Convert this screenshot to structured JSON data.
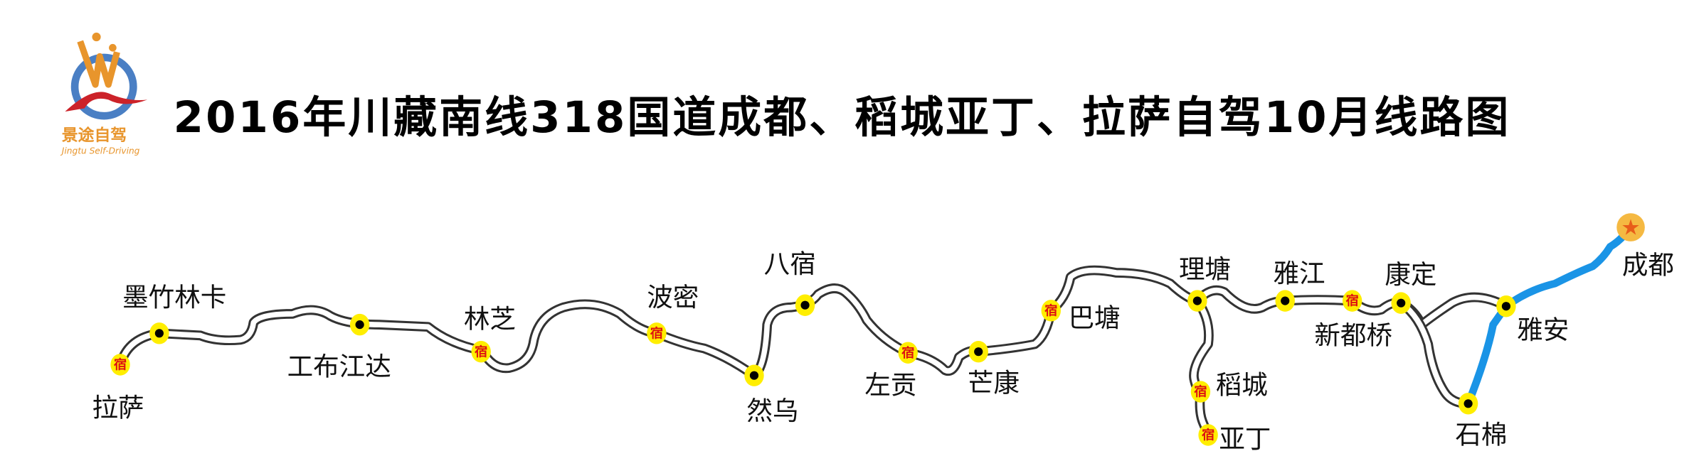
{
  "title": "2016年川藏南线318国道成都、稻城亚丁、拉萨自驾10月线路图",
  "logo": {
    "name_cn": "景途自驾",
    "name_en": "Jingtu Self-Driving"
  },
  "lodging_mark": "宿",
  "colors": {
    "road_outline": "#333333",
    "road_fill": "#ffffff",
    "highlight_route": "#1a94e6",
    "stop_marker": "#ffee00",
    "lodging_text": "#dd1111"
  },
  "stops": [
    {
      "name": "拉萨",
      "type": "lodging"
    },
    {
      "name": "墨竹林卡",
      "type": "stop"
    },
    {
      "name": "工布江达",
      "type": "stop"
    },
    {
      "name": "林芝",
      "type": "lodging"
    },
    {
      "name": "波密",
      "type": "lodging"
    },
    {
      "name": "然乌",
      "type": "stop"
    },
    {
      "name": "八宿",
      "type": "stop"
    },
    {
      "name": "左贡",
      "type": "lodging"
    },
    {
      "name": "芒康",
      "type": "stop"
    },
    {
      "name": "巴塘",
      "type": "lodging"
    },
    {
      "name": "理塘",
      "type": "stop"
    },
    {
      "name": "稻城",
      "type": "lodging"
    },
    {
      "name": "亚丁",
      "type": "lodging"
    },
    {
      "name": "雅江",
      "type": "stop"
    },
    {
      "name": "新都桥",
      "type": "lodging"
    },
    {
      "name": "康定",
      "type": "stop"
    },
    {
      "name": "石棉",
      "type": "stop"
    },
    {
      "name": "雅安",
      "type": "stop"
    },
    {
      "name": "成都",
      "type": "start"
    }
  ]
}
